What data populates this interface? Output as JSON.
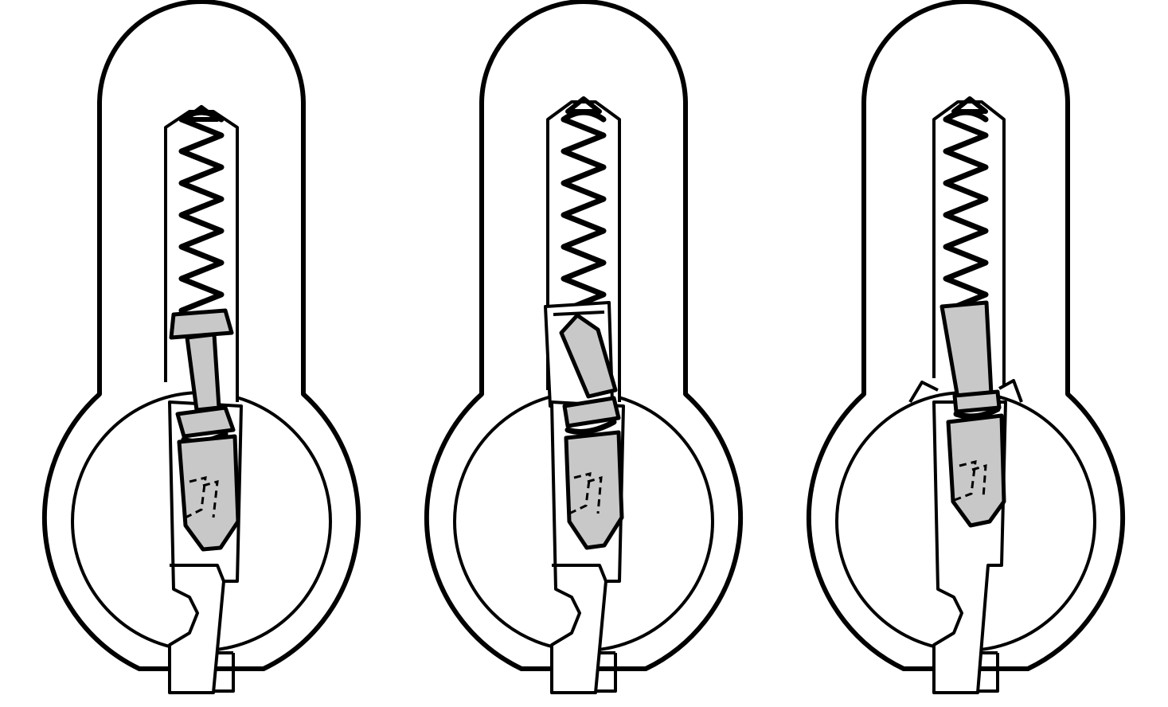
{
  "figure": {
    "panels": [
      {
        "id": "panel-1",
        "state": "pin-stack-raised"
      },
      {
        "id": "panel-2",
        "state": "pin-tilted-in-sleeve"
      },
      {
        "id": "panel-3",
        "state": "pin-at-shear-line"
      }
    ],
    "colors": {
      "outline": "#000000",
      "pin_fill": "#c8c8c8",
      "background": "#ffffff"
    }
  }
}
